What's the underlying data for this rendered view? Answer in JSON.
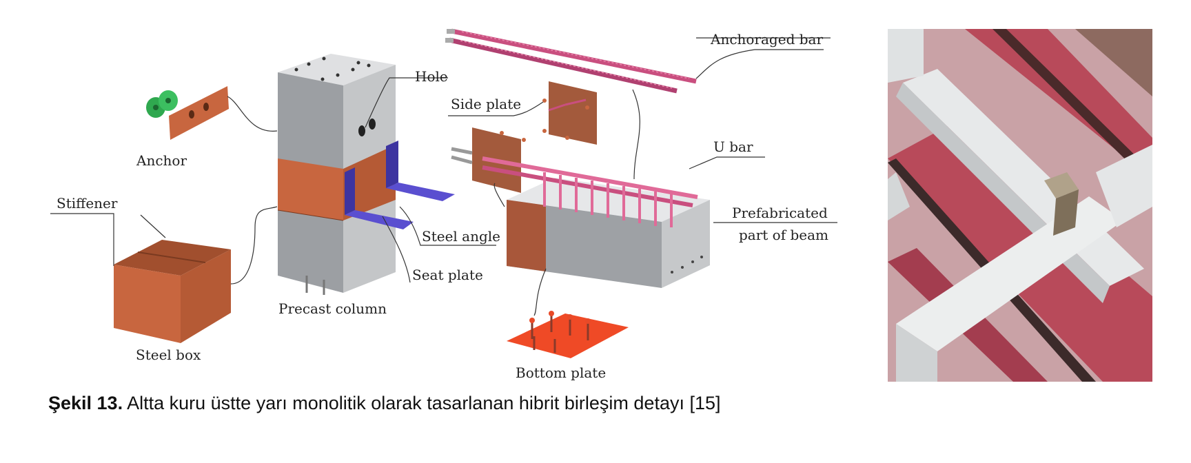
{
  "figure": {
    "labels": {
      "hole": "Hole",
      "side_plate": "Side plate",
      "anchoraged_bar": "Anchoraged bar",
      "anchor": "Anchor",
      "u_bar": "U bar",
      "stiffener": "Stiffener",
      "prefab_line1": "Prefabricated",
      "prefab_line2": "part of beam",
      "steel_angle": "Steel angle",
      "seat_plate": "Seat plate",
      "precast_column": "Precast column",
      "steel_box": "Steel box",
      "bottom_plate": "Bottom plate"
    },
    "caption": {
      "number": "Şekil  13.",
      "text": " Altta kuru üstte yarı monolitik olarak tasarlanan hibrit birleşim detayı [15]"
    }
  },
  "colors": {
    "concrete": "#c9cbcd",
    "copper": "#c8663f",
    "angle": "#4a3fb0",
    "rebar": "#c94f7f",
    "bottom_plate": "#ef4a26",
    "anchor": "#2fa84f"
  }
}
